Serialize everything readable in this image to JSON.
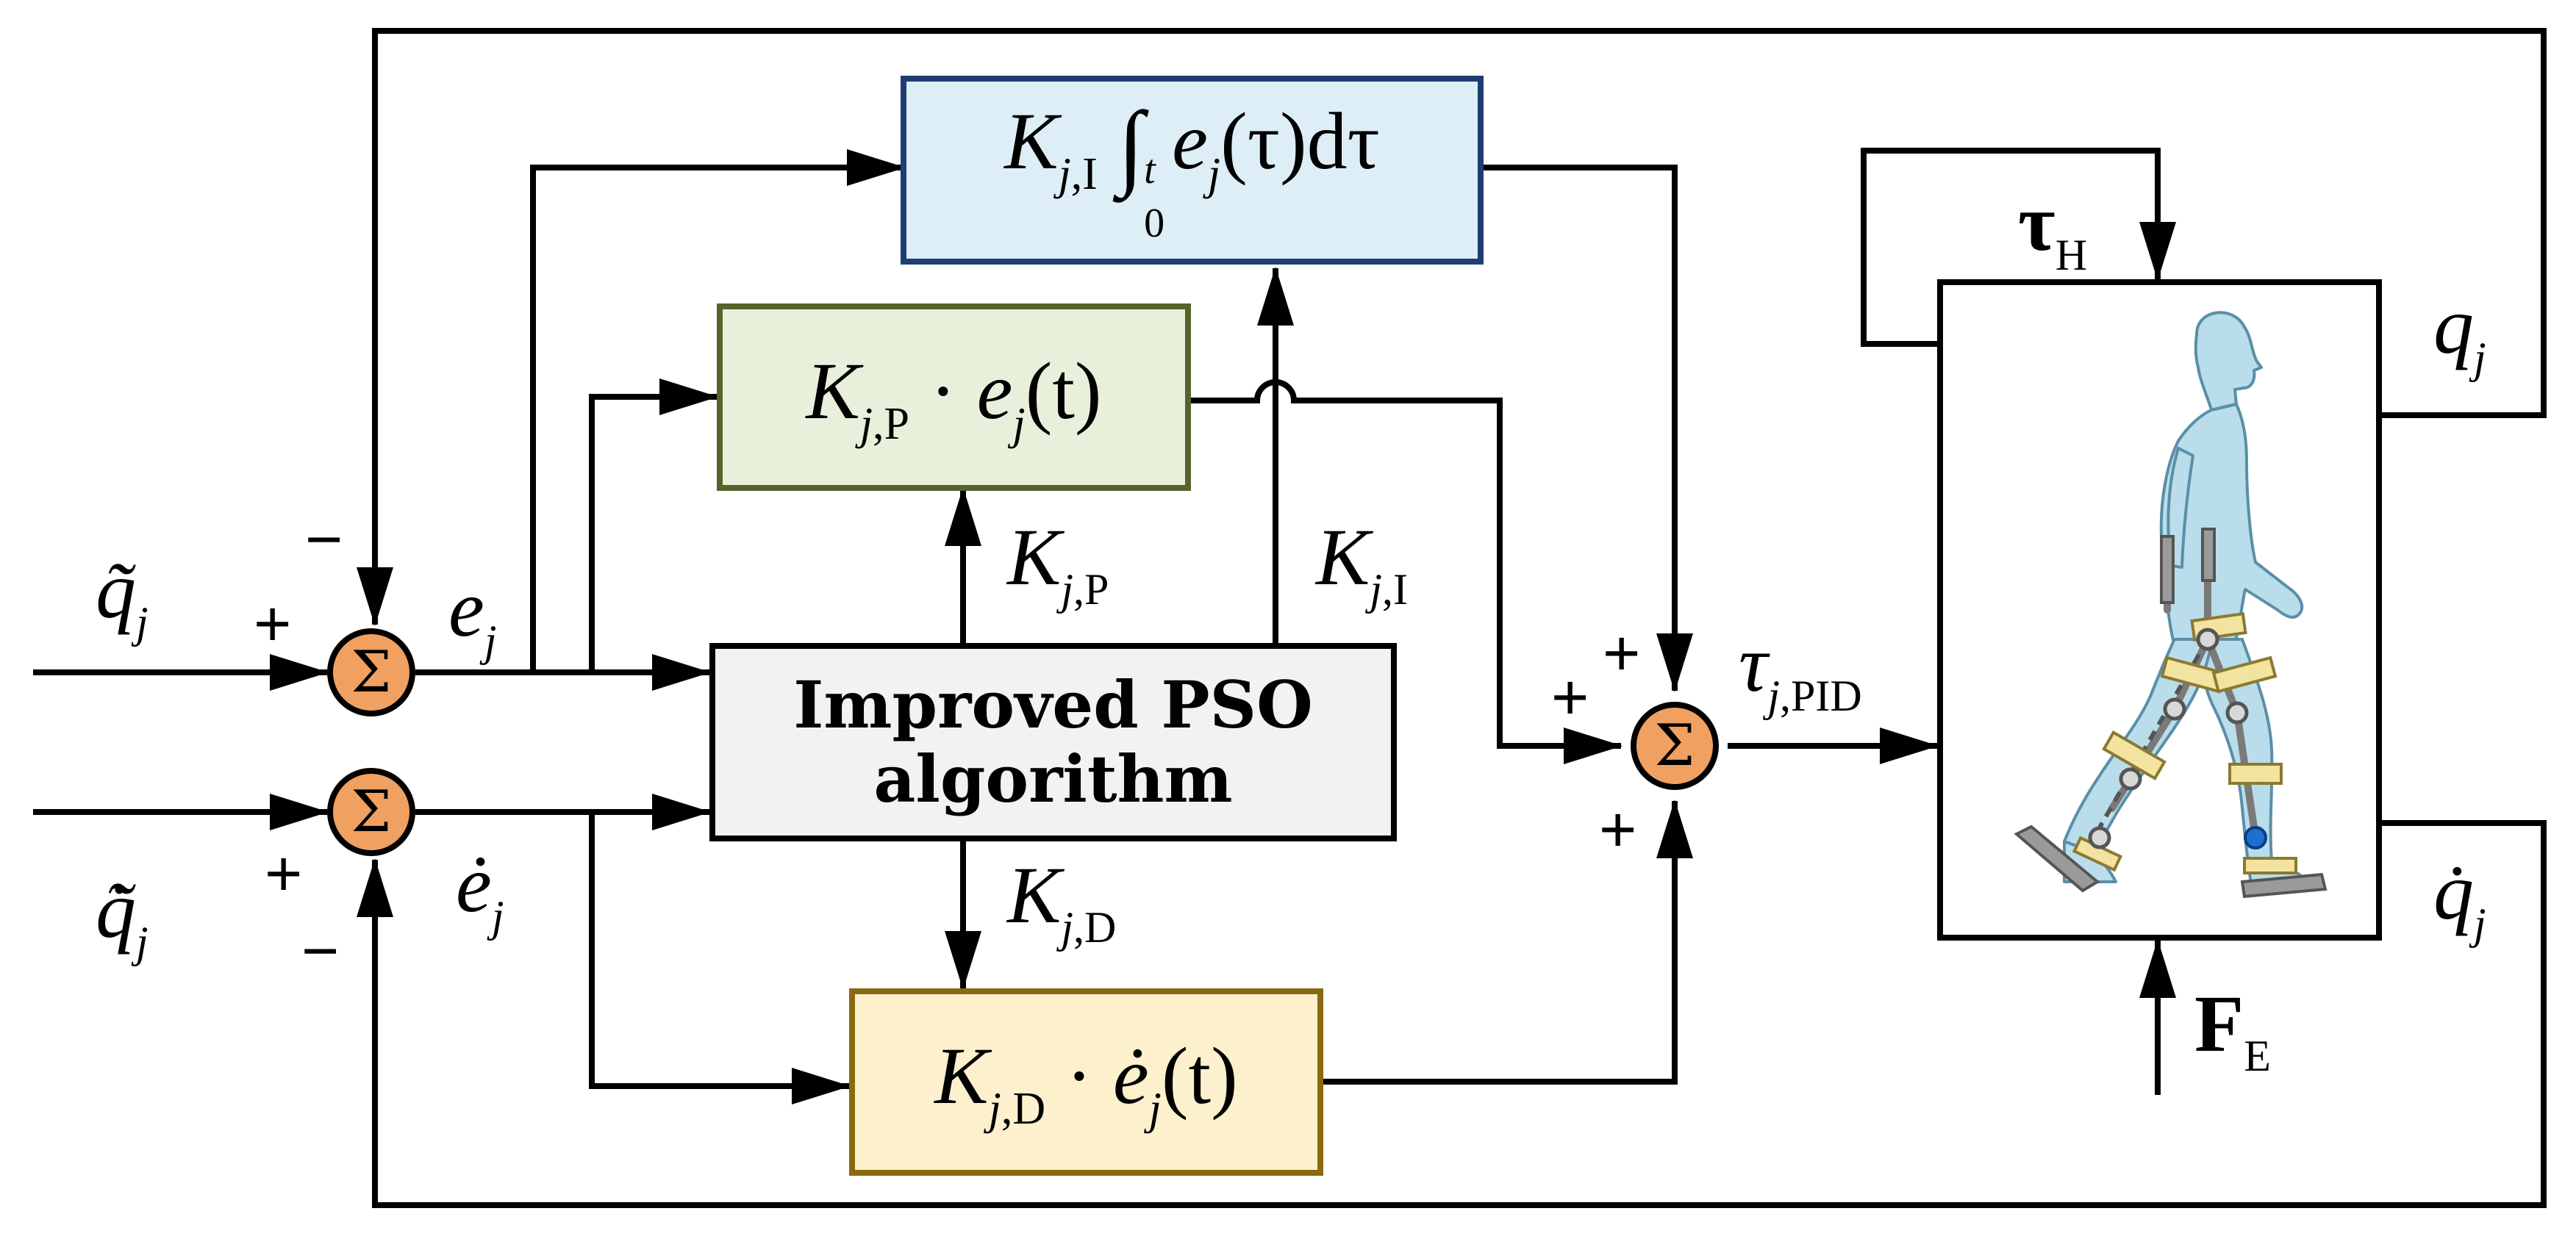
{
  "blocks": {
    "integral": {
      "prefix": "K",
      "sub_j": "j",
      "sub_rest": ",I",
      "integral_sign": "∫",
      "upper": "t",
      "lower": "0",
      "body": "e",
      "body_sub": "j",
      "body_arg": "(τ)dτ",
      "fill": "#DDEEF6",
      "border": "#1F3D73"
    },
    "proportional": {
      "prefix": "K",
      "sub_j": "j",
      "sub_rest": ",P",
      "dot": "·",
      "body": "e",
      "body_sub": "j",
      "body_arg": "(t)",
      "fill": "#E8F0DC",
      "border": "#55642A"
    },
    "derivative": {
      "prefix": "K",
      "sub_j": "j",
      "sub_rest": ",D",
      "dot": "·",
      "body": "ė",
      "body_sub": "j",
      "body_arg": "(t)",
      "fill": "#FDF0CC",
      "border": "#8A6A10"
    },
    "pso": {
      "line1": "Improved PSO",
      "line2": "algorithm",
      "fill": "#F2F2F2",
      "border": "#000000"
    },
    "plant": {
      "fill": "#FFFFFF",
      "border": "#000000"
    }
  },
  "summing_junction_symbol": "Σ",
  "summing_fill": "#F0A060",
  "signs": {
    "sum1_plus": "+",
    "sum1_minus": "−",
    "sum2_plus": "+",
    "sum2_minus": "−",
    "sum3_plus_left": "+",
    "sum3_plus_top": "+",
    "sum3_plus_bottom": "+"
  },
  "labels": {
    "q_ref": {
      "base": "q̃",
      "sub": "j"
    },
    "qdot_ref": {
      "base": "q̃̇",
      "sub": "j"
    },
    "e": {
      "base": "e",
      "sub": "j"
    },
    "edot": {
      "base": "ė",
      "sub": "j"
    },
    "kp": {
      "base": "K",
      "sub_j": "j",
      "sub_rest": ",P"
    },
    "ki": {
      "base": "K",
      "sub_j": "j",
      "sub_rest": ",I"
    },
    "kd": {
      "base": "K",
      "sub_j": "j",
      "sub_rest": ",D"
    },
    "tau_pid": {
      "base": "τ",
      "sub_j": "j",
      "sub_rest": ",PID"
    },
    "tau_h": {
      "base": "τ",
      "sub": "H"
    },
    "f_e": {
      "base": "F",
      "sub": "E"
    },
    "q_out": {
      "base": "q",
      "sub": "j"
    },
    "qdot_out": {
      "base": "q̇",
      "sub": "j"
    }
  },
  "icons": [
    "human-exoskeleton-icon"
  ],
  "colors": {
    "body": "#B9DDEA",
    "body_stroke": "#5A8FA8",
    "strap": "#F3E3A0",
    "frame": "#7A7A7A",
    "joint_dot": "#1E6FD0"
  }
}
